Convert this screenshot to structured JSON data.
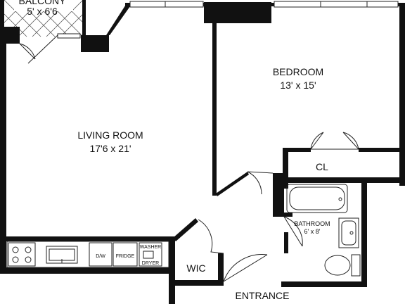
{
  "rooms": {
    "balcony": {
      "name": "BALCONY",
      "size": "5' x 6'6"
    },
    "living": {
      "name": "LIVING ROOM",
      "size": "17'6 x 21'"
    },
    "bedroom": {
      "name": "BEDROOM",
      "size": "13' x 15'"
    },
    "closet": {
      "name": "CL"
    },
    "bathroom": {
      "name": "BATHROOM",
      "size": "6' x 8'"
    },
    "wic": {
      "name": "WIC"
    },
    "entrance": {
      "name": "ENTRANCE"
    }
  },
  "appliances": {
    "dishwasher": "D/W",
    "fridge": "FRIDGE",
    "washer": "WASHER",
    "dryer": "DRYER"
  },
  "colors": {
    "wall": "#111111",
    "line": "#222222",
    "background": "#ffffff"
  }
}
